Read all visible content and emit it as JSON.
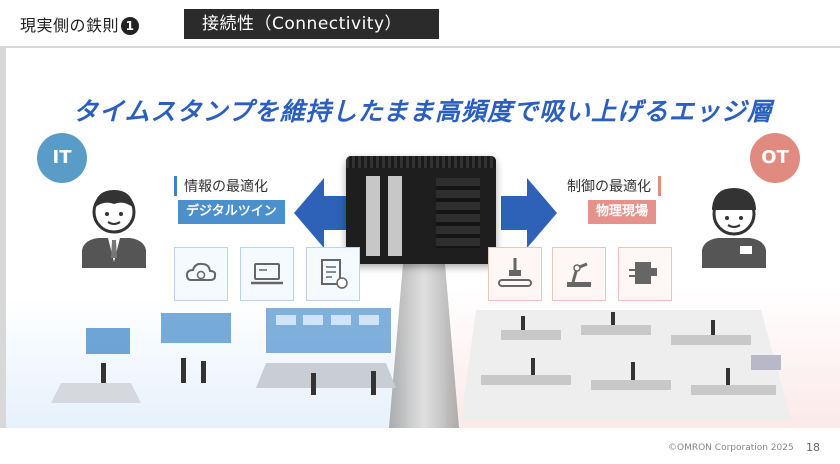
{
  "header": {
    "rule_title": "現実側の鉄則",
    "rule_number": "1",
    "topic": "接続性（Connectivity）"
  },
  "headline": "タイムスタンプを維持したまま高頻度で吸い上げるエッジ層",
  "it_side": {
    "badge": "IT",
    "label": "情報の最適化",
    "tag": "デジタルツイン",
    "tiles": [
      "cloud-gear-icon",
      "laptop-icon",
      "document-gear-icon"
    ]
  },
  "ot_side": {
    "badge": "OT",
    "label": "制御の最適化",
    "tag": "物理現場",
    "tiles": [
      "robot-arm-conveyor-icon",
      "robot-arm-icon",
      "machine-icon"
    ]
  },
  "colors": {
    "it_accent": "#4b8fcc",
    "ot_accent": "#e5938a",
    "headline": "#2a5fbf",
    "arrow": "#2e62b8"
  },
  "footer": {
    "copyright": "©OMRON Corporation 2025",
    "page_number": "18"
  }
}
